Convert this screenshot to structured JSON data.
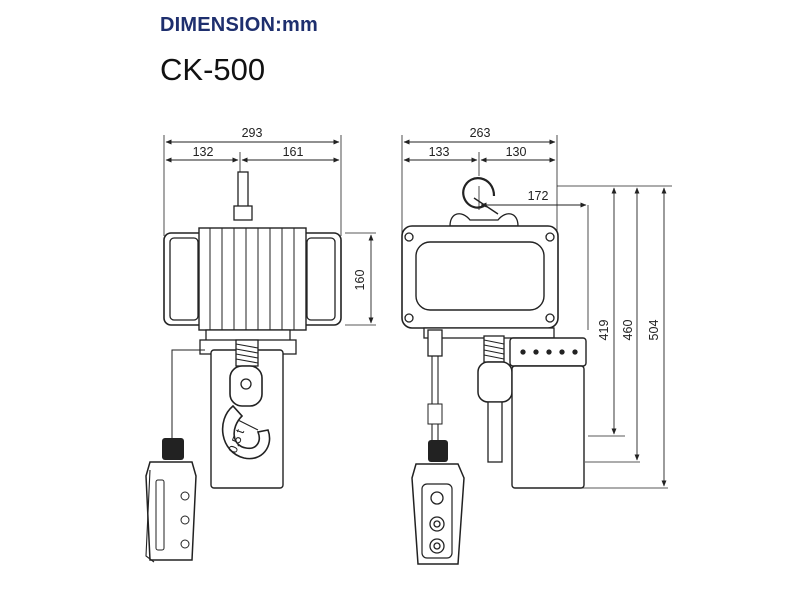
{
  "heading": "DIMENSION:mm",
  "model": "CK-500",
  "dimensions": {
    "front_overall_width": "293",
    "front_left_width": "132",
    "front_right_width": "161",
    "front_body_height": "160",
    "side_overall_width": "263",
    "side_left_width": "133",
    "side_right_width": "130",
    "side_chain_offset": "172",
    "side_height_1": "419",
    "side_height_2": "460",
    "side_height_3": "504"
  },
  "hook_marking": "0.5 t"
}
